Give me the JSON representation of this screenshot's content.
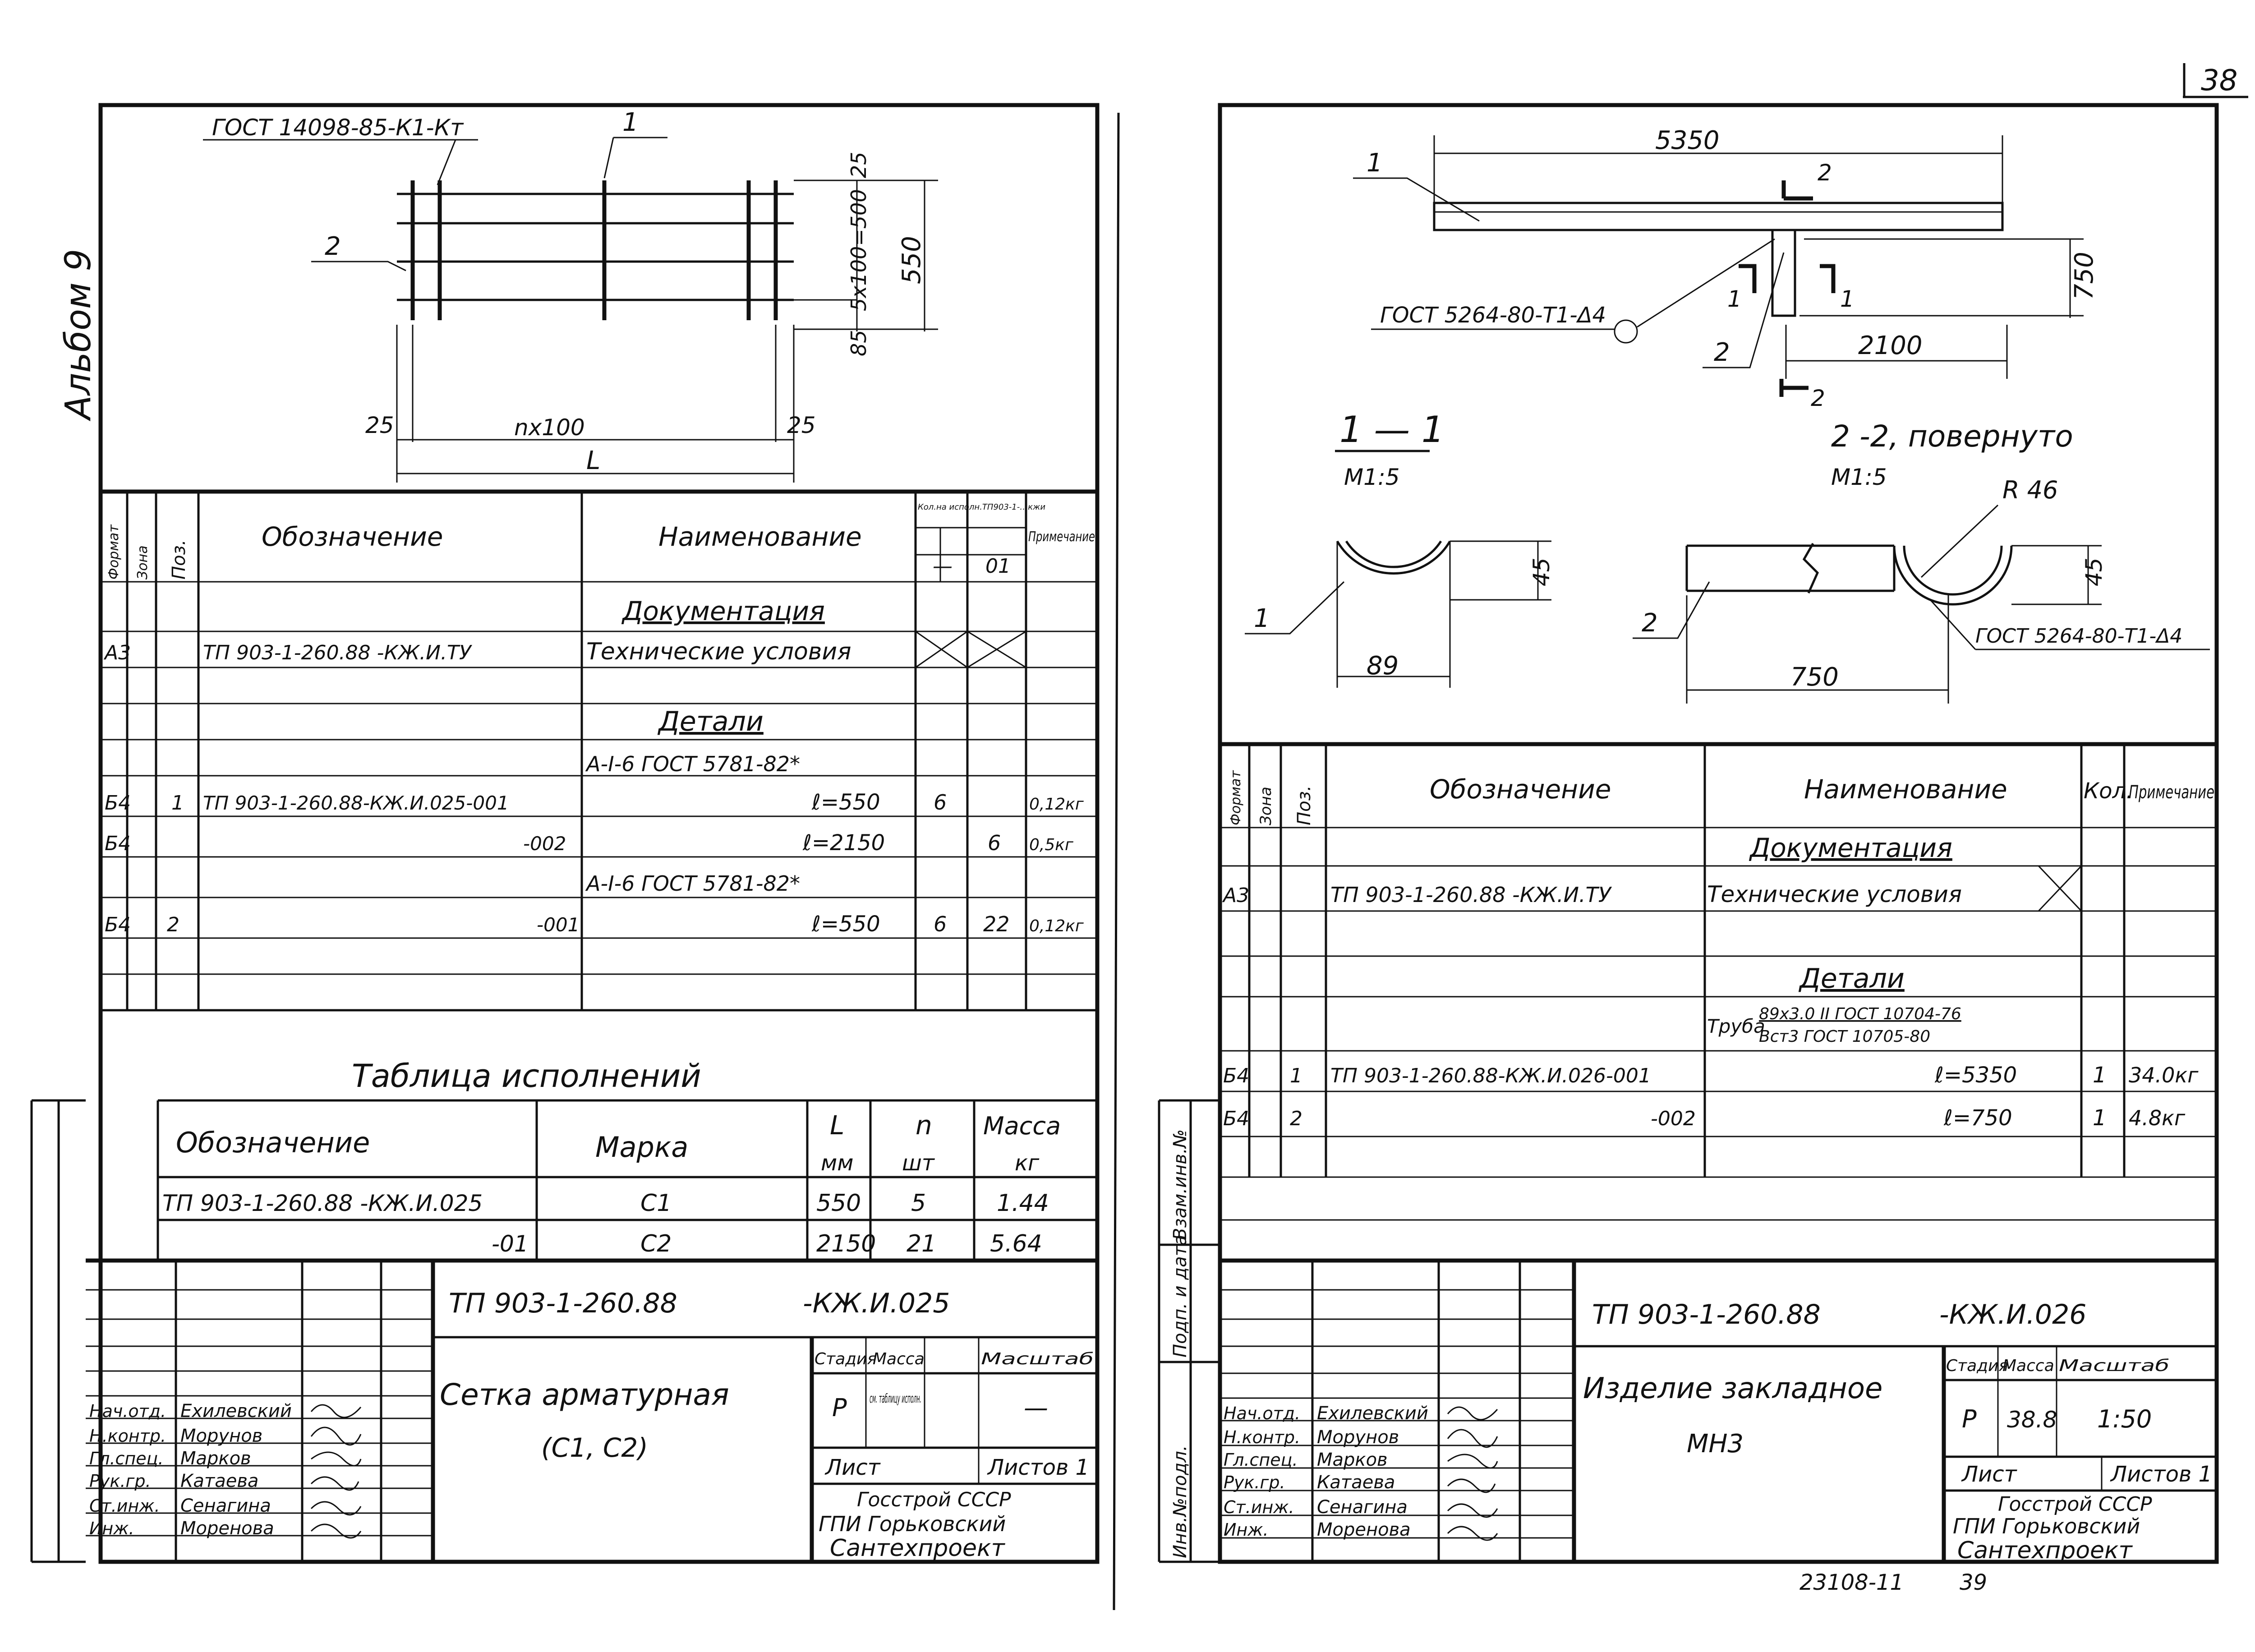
{
  "page": {
    "number": "38",
    "album_label": "Альбом 9",
    "archive_code": "23108-11",
    "archive_page": "39"
  },
  "side_stamp": {
    "labels": [
      "Инв.№подл.",
      "Подп. и дата",
      "Взам.инв.№"
    ]
  },
  "left": {
    "drawing": {
      "gost_label": "ГОСТ 14098-85-К1-Кт",
      "pos1": "1",
      "pos2": "2",
      "dim_top": "25",
      "dim_pitch": "5х100=500",
      "dim_bottom": "85",
      "dim_height": "550",
      "dim_left": "25",
      "dim_right": "25",
      "dim_span": "nх100",
      "dim_total": "L"
    },
    "spec": {
      "headers": {
        "format": "Формат",
        "zone": "Зона",
        "pos": "Поз.",
        "designation": "Обозначение",
        "name": "Наименование",
        "qty_top": "Кол.на исполн.ТП903-1-…кжи",
        "qty_a": "—",
        "qty_b": "01",
        "note": "Примечание"
      },
      "sec_docs": "Документация",
      "docs_row": {
        "format": "А3",
        "designation": "ТП 903-1-260.88 -КЖ.И.ТУ",
        "name": "Технические условия"
      },
      "sec_parts": "Детали",
      "material1": "А-I-6 ГОСТ 5781-82*",
      "rows": [
        {
          "format": "Б4",
          "pos": "1",
          "designation": "ТП 903-1-260.88-КЖ.И.025-001",
          "name": "ℓ=550",
          "qa": "6",
          "qb": "",
          "note": "0,12кг"
        },
        {
          "format": "Б4",
          "pos": "",
          "designation": "-002",
          "name": "ℓ=2150",
          "qa": "",
          "qb": "6",
          "note": "0,5кг"
        },
        {
          "format": "Б4",
          "pos": "2",
          "designation": "-001",
          "name": "ℓ=550",
          "qa": "6",
          "qb": "22",
          "note": "0,12кг"
        }
      ],
      "material2": "А-I-6 ГОСТ 5781-82*"
    },
    "variants": {
      "title": "Таблица исполнений",
      "h_designation": "Обозначение",
      "h_mark": "Марка",
      "h_l": "L",
      "h_l_unit": "мм",
      "h_n": "n",
      "h_n_unit": "шт",
      "h_mass": "Масса",
      "h_mass_unit": "кг",
      "rows": [
        {
          "designation": "ТП 903-1-260.88 -КЖ.И.025",
          "mark": "С1",
          "l": "550",
          "n": "5",
          "mass": "1.44"
        },
        {
          "designation": "-01",
          "mark": "С2",
          "l": "2150",
          "n": "21",
          "mass": "5.64"
        }
      ]
    },
    "title_block": {
      "code": "ТП 903-1-260.88",
      "code2": "-КЖ.И.025",
      "name1": "Сетка арматурная",
      "name2": "(С1, С2)",
      "h_stage": "Стадия",
      "h_mass": "Масса",
      "h_scale": "Масштаб",
      "stage": "Р",
      "mass": "см. таблицу исполн.",
      "scale": "—",
      "sheet": "Лист",
      "sheets": "Листов 1",
      "org1": "Госстрой СССР",
      "org2": "ГПИ Горьковский",
      "org3": "Сантехпроект",
      "staff": [
        {
          "role": "Нач.отд.",
          "name": "Ехилевский"
        },
        {
          "role": "Н.контр.",
          "name": "Морунов"
        },
        {
          "role": "Гл.спец.",
          "name": "Марков"
        },
        {
          "role": "Рук.гр.",
          "name": "Катаева"
        },
        {
          "role": "Ст.инж.",
          "name": "Сенагина"
        },
        {
          "role": "Инж.",
          "name": "Моренова"
        }
      ]
    }
  },
  "right": {
    "drawing": {
      "pos1": "1",
      "pos2": "2",
      "dim_length": "5350",
      "dim_height": "750",
      "dim_offset": "2100",
      "section_mark": "2",
      "cut_mark": "1",
      "weld_label": "ГОСТ 5264-80-Т1-Δ4",
      "sec11_title": "1 — 1",
      "sec11_scale": "М1:5",
      "sec11_w": "89",
      "sec11_h": "45",
      "sec22_title": "2 -2, повернуто",
      "sec22_scale": "М1:5",
      "sec22_r": "R 46",
      "sec22_h": "45",
      "sec22_w": "750",
      "sec22_weld": "ГОСТ 5264-80-Т1-Δ4"
    },
    "spec": {
      "headers": {
        "format": "Формат",
        "zone": "Зона",
        "pos": "Поз.",
        "designation": "Обозначение",
        "name": "Наименование",
        "qty": "Кол.",
        "note": "Примечание"
      },
      "sec_docs": "Документация",
      "docs_row": {
        "format": "А3",
        "designation": "ТП 903-1-260.88 -КЖ.И.ТУ",
        "name": "Технические условия"
      },
      "sec_parts": "Детали",
      "pipe_label": "Труба",
      "pipe_top": "89х3.0 II ГОСТ 10704-76",
      "pipe_bottom": "Вст3 ГОСТ 10705-80",
      "rows": [
        {
          "format": "Б4",
          "pos": "1",
          "designation": "ТП 903-1-260.88-КЖ.И.026-001",
          "name": "ℓ=5350",
          "qty": "1",
          "note": "34.0кг"
        },
        {
          "format": "Б4",
          "pos": "2",
          "designation": "-002",
          "name": "ℓ=750",
          "qty": "1",
          "note": "4.8кг"
        }
      ]
    },
    "title_block": {
      "code": "ТП 903-1-260.88",
      "code2": "-КЖ.И.026",
      "name1": "Изделие закладное",
      "name2": "МН3",
      "h_stage": "Стадия",
      "h_mass": "Масса",
      "h_scale": "Масштаб",
      "stage": "Р",
      "mass": "38.8",
      "scale": "1:50",
      "sheet": "Лист",
      "sheets": "Листов 1",
      "org1": "Госстрой СССР",
      "org2": "ГПИ Горьковский",
      "org3": "Сантехпроект",
      "staff": [
        {
          "role": "Нач.отд.",
          "name": "Ехилевский"
        },
        {
          "role": "Н.контр.",
          "name": "Морунов"
        },
        {
          "role": "Гл.спец.",
          "name": "Марков"
        },
        {
          "role": "Рук.гр.",
          "name": "Катаева"
        },
        {
          "role": "Ст.инж.",
          "name": "Сенагина"
        },
        {
          "role": "Инж.",
          "name": "Моренова"
        }
      ]
    }
  }
}
